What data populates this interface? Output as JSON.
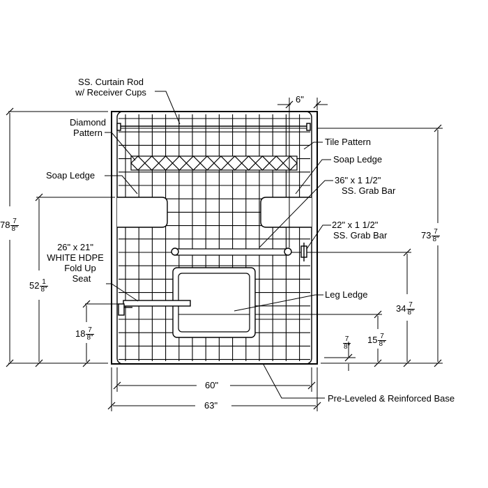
{
  "labels": {
    "curtain_rod_line1": "SS. Curtain Rod",
    "curtain_rod_line2": "w/ Receiver Cups",
    "diamond_line1": "Diamond",
    "diamond_line2": "Pattern",
    "tile_pattern": "Tile Pattern",
    "soap_ledge_left": "Soap Ledge",
    "soap_ledge_right": "Soap Ledge",
    "grab_bar_36_line1": "36\" x 1 1/2\"",
    "grab_bar_36_line2": "SS. Grab Bar",
    "grab_bar_22_line1": "22\" x 1 1/2\"",
    "grab_bar_22_line2": "SS. Grab Bar",
    "seat_line1": "26\" x 21\"",
    "seat_line2": "WHITE HDPE",
    "seat_line3": "Fold Up",
    "seat_line4": "Seat",
    "leg_ledge": "Leg Ledge",
    "base": "Pre-Leveled & Reinforced Base"
  },
  "dimensions": {
    "d6": "6\"",
    "d60": "60\"",
    "d63": "63\"",
    "d78": {
      "whole": "78",
      "num": "7",
      "den": "8\""
    },
    "d73": {
      "whole": "73",
      "num": "7",
      "den": "8\""
    },
    "d52": {
      "whole": "52",
      "num": "1",
      "den": "8\""
    },
    "d34": {
      "whole": "34",
      "num": "7",
      "den": "8\""
    },
    "d18": {
      "whole": "18",
      "num": "7",
      "den": "8\""
    },
    "d15": {
      "whole": "15",
      "num": "7",
      "den": "8\""
    },
    "d7_8": {
      "whole": "",
      "num": "7",
      "den": "8\""
    }
  },
  "colors": {
    "line": "#000000",
    "background": "#ffffff"
  }
}
